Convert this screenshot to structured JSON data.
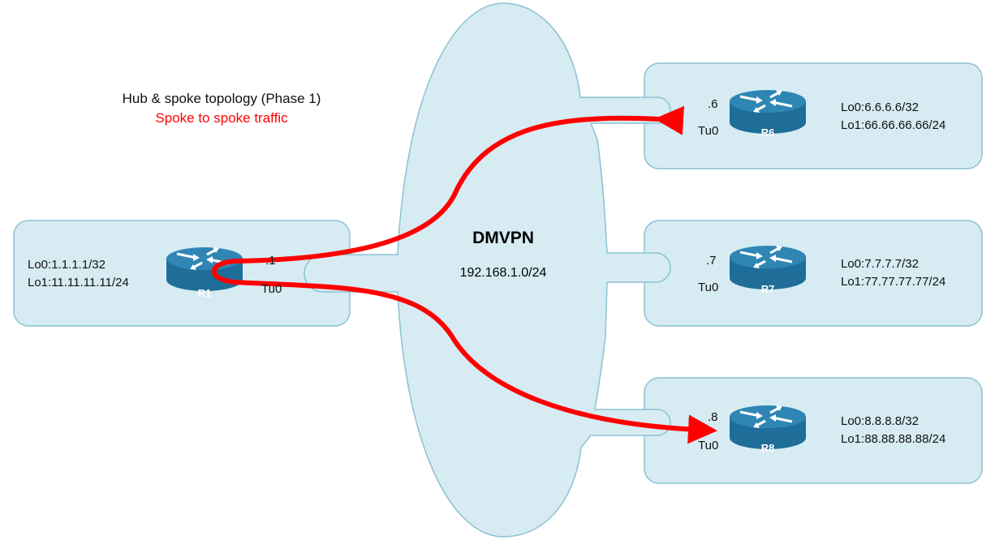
{
  "caption": {
    "title": "Hub & spoke topology (Phase 1)",
    "subtitle": "Spoke to spoke traffic"
  },
  "cloud": {
    "name": "DMVPN",
    "subnet": "192.168.1.0/24"
  },
  "hub": {
    "router": "R1",
    "host_octet": ".1",
    "tunnel": "Tu0",
    "lo0": "Lo0:1.1.1.1/32",
    "lo1": "Lo1:11.11.11.11/24"
  },
  "spokes": [
    {
      "router": "R6",
      "host_octet": ".6",
      "tunnel": "Tu0",
      "lo0": "Lo0:6.6.6.6/32",
      "lo1": "Lo1:66.66.66.66/24"
    },
    {
      "router": "R7",
      "host_octet": ".7",
      "tunnel": "Tu0",
      "lo0": "Lo0:7.7.7.7/32",
      "lo1": "Lo1:77.77.77.77/24"
    },
    {
      "router": "R8",
      "host_octet": ".8",
      "tunnel": "Tu0",
      "lo0": "Lo0:8.8.8.8/32",
      "lo1": "Lo1:88.88.88.88/24"
    }
  ],
  "colors": {
    "cloud_fill": "#d6ecf2",
    "outline": "#8cc1d3",
    "router_body": "#1f6e99",
    "router_top": "#2f86b5",
    "traffic": "#ff0000"
  }
}
